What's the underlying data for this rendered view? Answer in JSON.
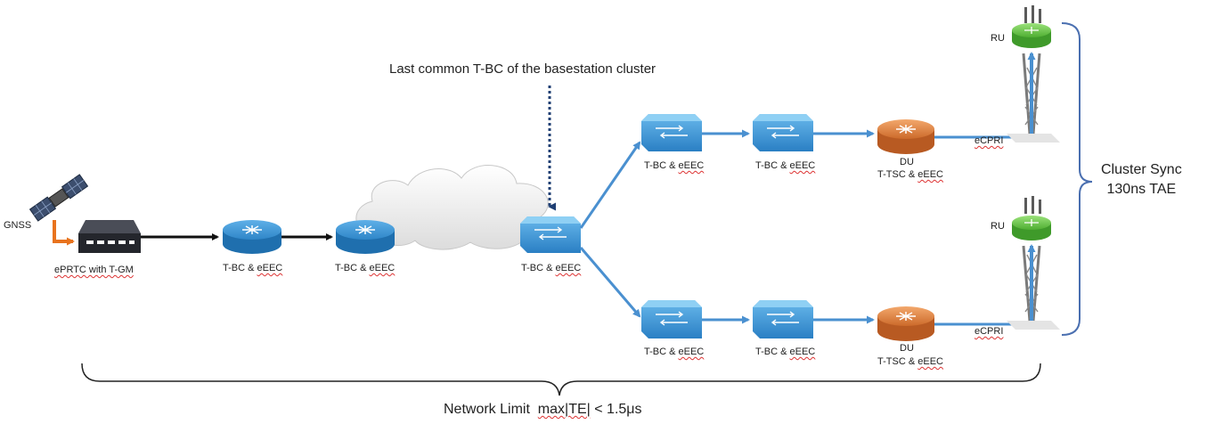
{
  "gnss_label": "GNSS",
  "eprtc_label": "ePRTC with T-GM",
  "annotation": "Last common T-BC of the basestation cluster",
  "tbc_prefix": "T-BC & ",
  "eeec": "eEEC",
  "du": "DU",
  "tsc_prefix": "T-TSC & ",
  "ru": "RU",
  "ecpri": "eCPRI",
  "cluster_sync": "Cluster Sync",
  "cluster_tae": "130ns TAE",
  "limit_prefix": "Network Limit",
  "limit_max": "max",
  "limit_te": "|TE|",
  "limit_suffix": "< 1.5μs",
  "colors": {
    "router_blue": "#2f86c8",
    "switch_blue": "#2a7fc4",
    "du_orange": "#d9793a",
    "ru_green": "#6cc84a",
    "link_blue": "#4a90d0",
    "gnss_arrow": "#e8731e",
    "dotted_arrow": "#1f3f73"
  }
}
